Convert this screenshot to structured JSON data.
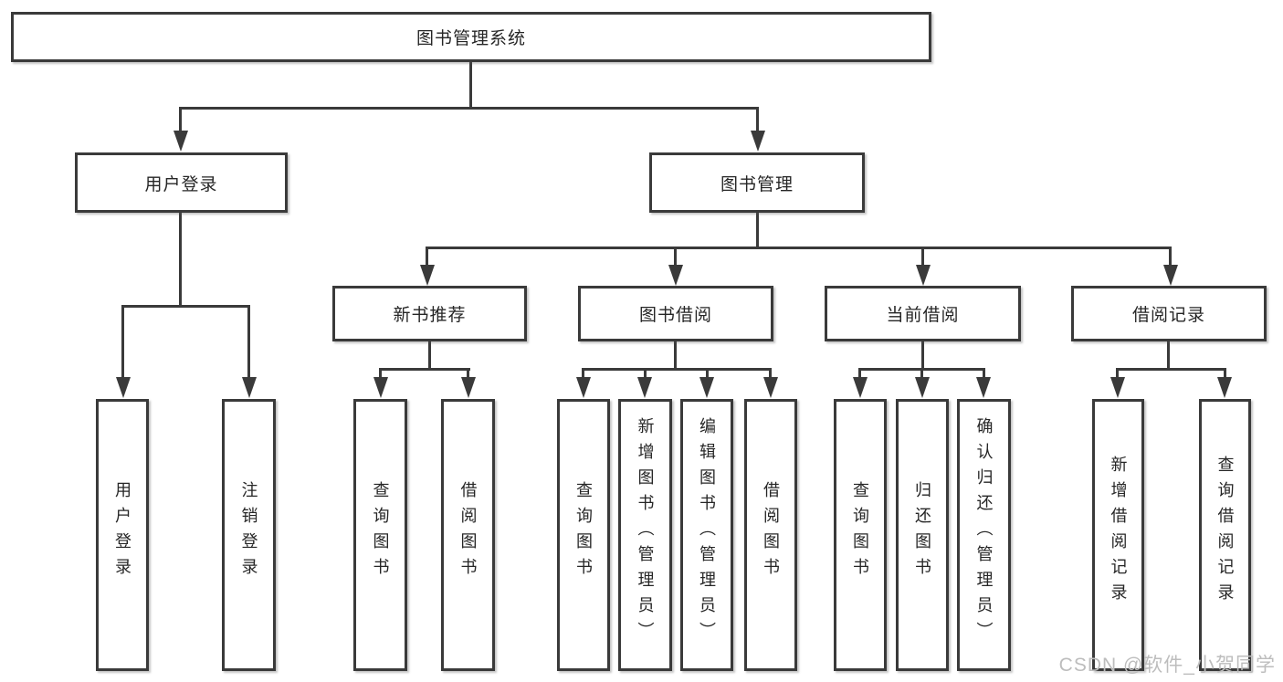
{
  "root": {
    "label": "图书管理系统"
  },
  "user_login": {
    "label": "用户登录",
    "children": [
      {
        "label": "用户登录"
      },
      {
        "label": "注销登录"
      }
    ]
  },
  "book_mgmt": {
    "label": "图书管理",
    "groups": [
      {
        "label": "新书推荐",
        "children": [
          {
            "label": "查询图书"
          },
          {
            "label": "借阅图书"
          }
        ]
      },
      {
        "label": "图书借阅",
        "children": [
          {
            "label": "查询图书"
          },
          {
            "label": "新增图书（管理员）"
          },
          {
            "label": "编辑图书（管理员）"
          },
          {
            "label": "借阅图书"
          }
        ]
      },
      {
        "label": "当前借阅",
        "children": [
          {
            "label": "查询图书"
          },
          {
            "label": "归还图书"
          },
          {
            "label": "确认归还（管理员）"
          }
        ]
      },
      {
        "label": "借阅记录",
        "children": [
          {
            "label": "新增借阅记录"
          },
          {
            "label": "查询借阅记录"
          }
        ]
      }
    ]
  },
  "watermark": "CSDN @软件_小贺同学",
  "colors": {
    "line": "#3a3a3a",
    "text": "#262626",
    "watermark": "#bdbdbd",
    "background": "#ffffff"
  }
}
